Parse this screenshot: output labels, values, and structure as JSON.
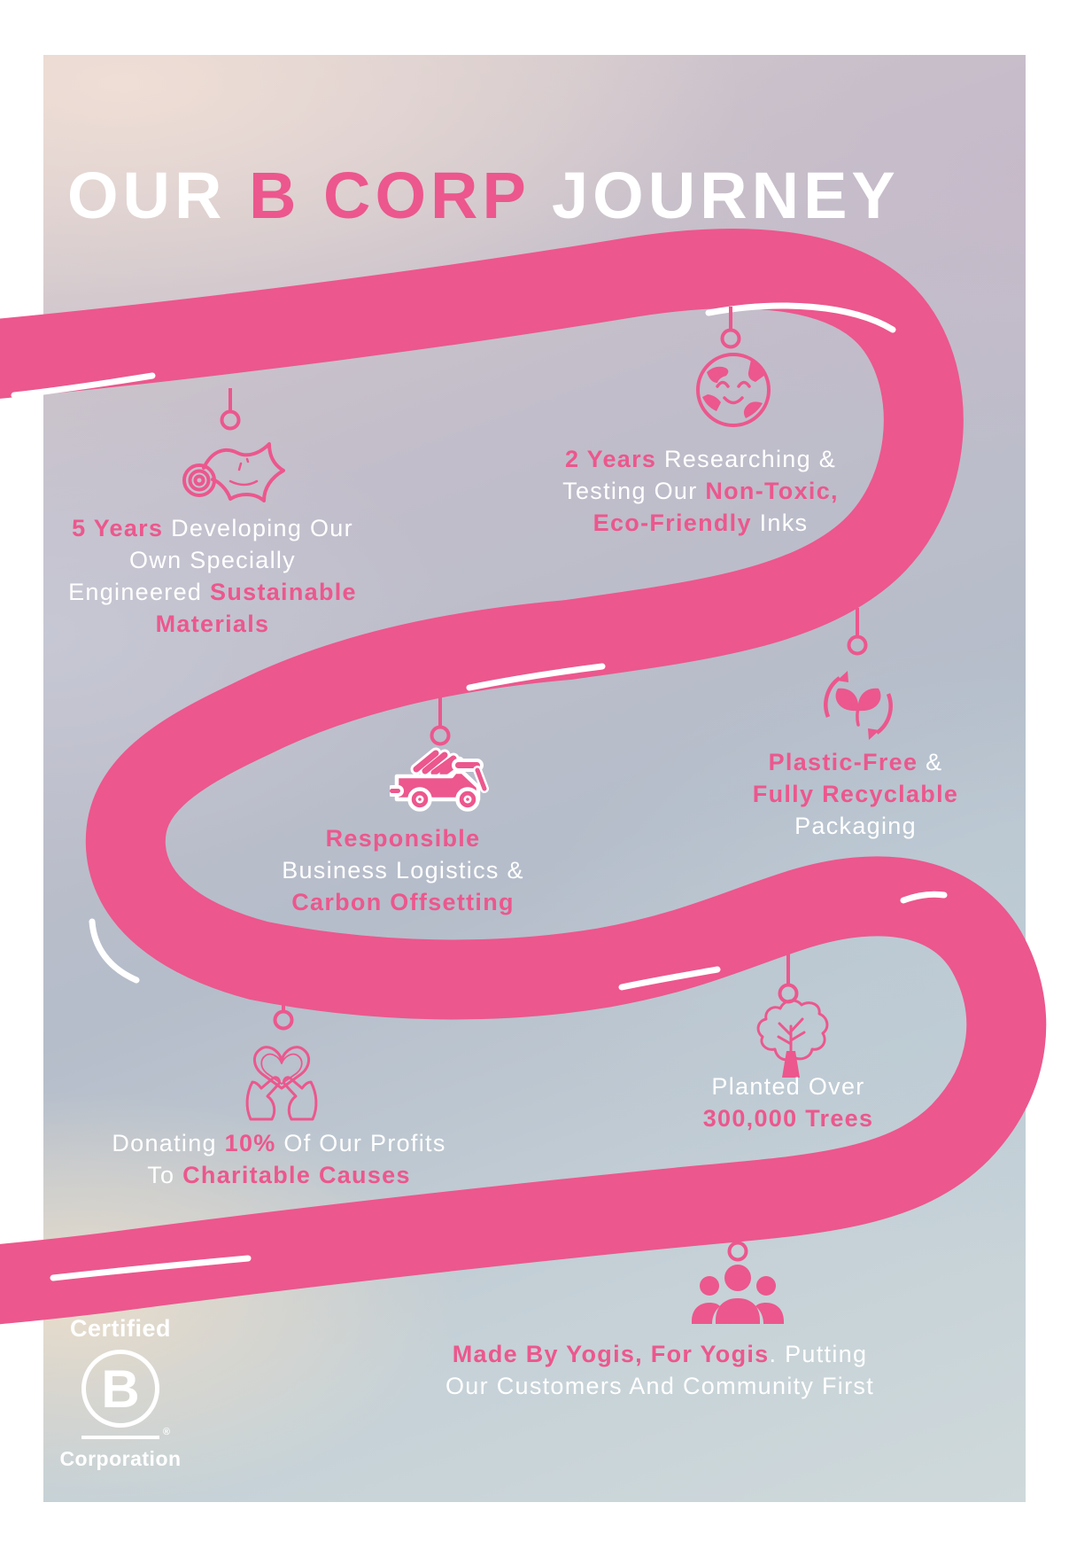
{
  "title": {
    "part1": "OUR ",
    "part2": "B CORP",
    "part3": " JOURNEY"
  },
  "colors": {
    "pink": "#ec578d",
    "text_white": "#ffffff",
    "bg_top_left": "#e9dcd6",
    "bg_mauve": "#c6bcc9",
    "bg_blue_gray": "#b4bcc9",
    "bg_bottom_left": "#e8ddcc",
    "bg_bottom_right": "#ccd7db"
  },
  "milestones": [
    {
      "id": "materials",
      "icon": "yoga-mat-icon",
      "lines": [
        [
          {
            "text": "5 Years",
            "bold": true
          },
          {
            "text": " Developing Our",
            "bold": false
          }
        ],
        [
          {
            "text": "Own Specially",
            "bold": false
          }
        ],
        [
          {
            "text": "Engineered ",
            "bold": false
          },
          {
            "text": "Sustainable",
            "bold": true
          }
        ],
        [
          {
            "text": "Materials",
            "bold": true
          }
        ]
      ]
    },
    {
      "id": "inks",
      "icon": "smiling-earth-icon",
      "lines": [
        [
          {
            "text": "2 Years",
            "bold": true
          },
          {
            "text": " Researching &",
            "bold": false
          }
        ],
        [
          {
            "text": "Testing Our ",
            "bold": false
          },
          {
            "text": "Non-Toxic,",
            "bold": true
          }
        ],
        [
          {
            "text": "Eco-Friendly",
            "bold": true
          },
          {
            "text": " Inks",
            "bold": false
          }
        ]
      ]
    },
    {
      "id": "logistics",
      "icon": "delivery-truck-icon",
      "lines": [
        [
          {
            "text": "Responsible",
            "bold": true
          }
        ],
        [
          {
            "text": "Business Logistics &",
            "bold": false
          }
        ],
        [
          {
            "text": "Carbon Offsetting",
            "bold": true
          }
        ]
      ]
    },
    {
      "id": "packaging",
      "icon": "recyclable-leaves-icon",
      "lines": [
        [
          {
            "text": "Plastic-Free",
            "bold": true
          },
          {
            "text": " &",
            "bold": false
          }
        ],
        [
          {
            "text": "Fully Recyclable",
            "bold": true
          }
        ],
        [
          {
            "text": "Packaging",
            "bold": false
          }
        ]
      ]
    },
    {
      "id": "charity",
      "icon": "heart-in-hands-icon",
      "lines": [
        [
          {
            "text": "Donating ",
            "bold": false
          },
          {
            "text": "10%",
            "bold": true
          },
          {
            "text": " Of Our Profits",
            "bold": false
          }
        ],
        [
          {
            "text": "To ",
            "bold": false
          },
          {
            "text": "Charitable Causes",
            "bold": true
          }
        ]
      ]
    },
    {
      "id": "trees",
      "icon": "tree-icon",
      "lines": [
        [
          {
            "text": "Planted Over",
            "bold": false
          }
        ],
        [
          {
            "text": "300,000 Trees",
            "bold": true
          }
        ]
      ]
    },
    {
      "id": "community",
      "icon": "people-icon",
      "lines": [
        [
          {
            "text": "Made By Yogis, For Yogis",
            "bold": true
          },
          {
            "text": ". Putting",
            "bold": false
          }
        ],
        [
          {
            "text": "Our Customers And Community First",
            "bold": false
          }
        ]
      ]
    }
  ],
  "bcorp": {
    "certified": "Certified",
    "letter": "B",
    "registered": "®",
    "corporation": "Corporation"
  }
}
